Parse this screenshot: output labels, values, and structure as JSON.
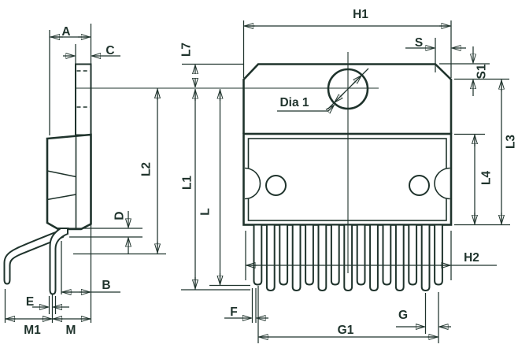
{
  "drawing": {
    "type": "mechanical-package-outline",
    "description": "Two-view dimensional drawing of a 15-lead power package (side view and front view)",
    "lead_count": 15,
    "colors": {
      "line": "#1f332c",
      "background": "#ffffff"
    },
    "views": {
      "left": "side view",
      "right": "front view"
    },
    "dimensions": {
      "A": "A",
      "C": "C",
      "B": "B",
      "D": "D",
      "E": "E",
      "M1": "M1",
      "M": "M",
      "L2": "L2",
      "H1": "H1",
      "S": "S",
      "S1": "S1",
      "L7": "L7",
      "L1": "L1",
      "L": "L",
      "L3": "L3",
      "L4": "L4",
      "H2": "H2",
      "F": "F",
      "G1": "G1",
      "G": "G",
      "Dia1": "Dia 1"
    }
  }
}
